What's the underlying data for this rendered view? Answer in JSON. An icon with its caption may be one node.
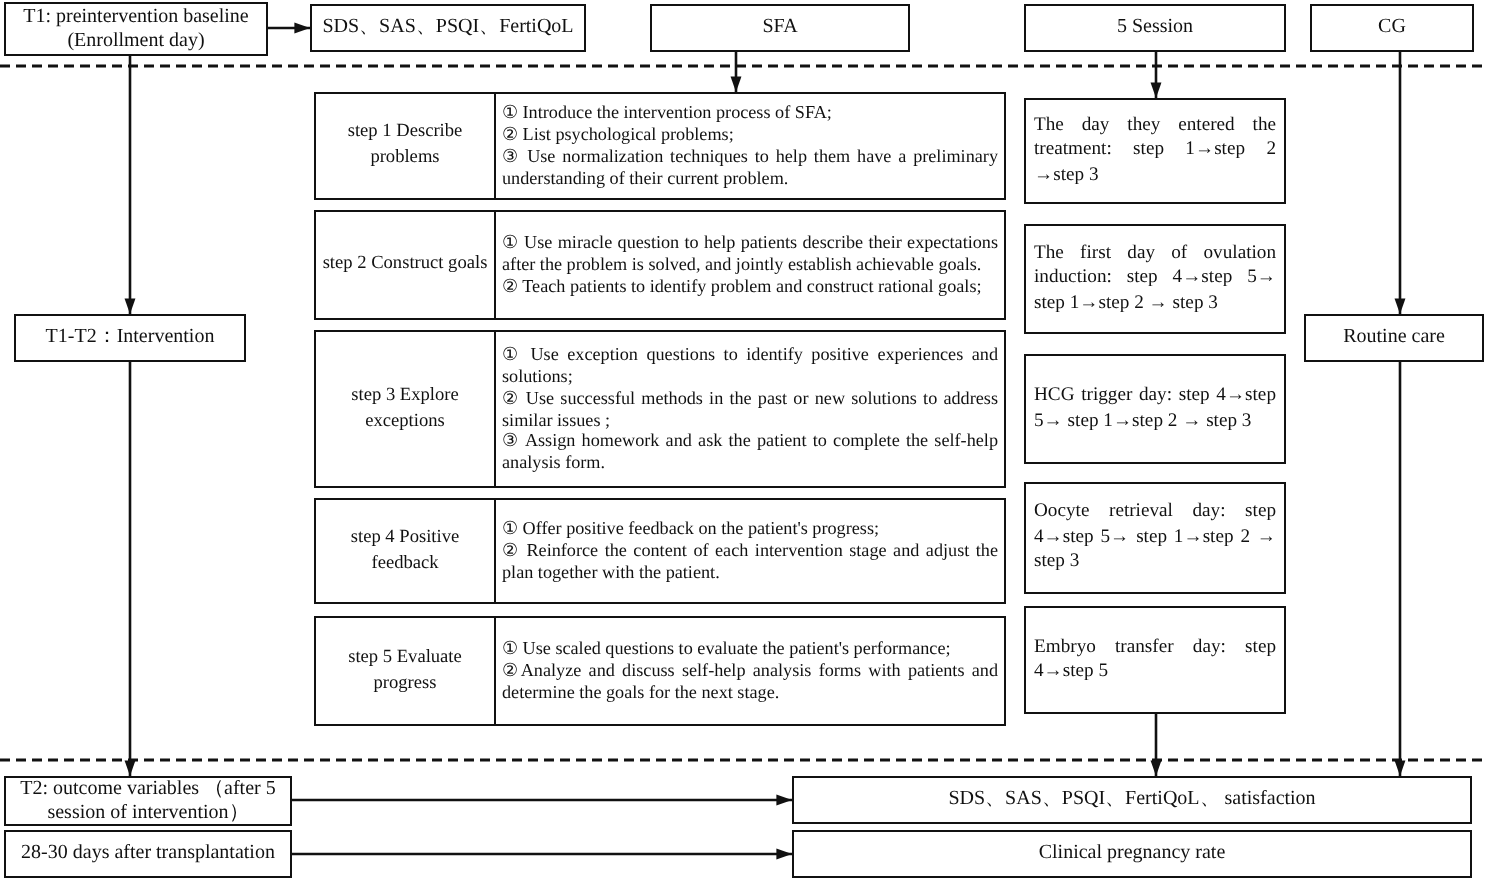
{
  "diagram": {
    "nodes": [
      {
        "text": [
          "T1: preintervention baseline (Enrollment day)"
        ]
      },
      {
        "text": [
          "SDS、SAS、PSQI、FertiQoL"
        ]
      },
      {
        "text": [
          "SFA"
        ]
      },
      {
        "text": [
          "5 Session"
        ]
      },
      {
        "text": [
          "CG"
        ]
      },
      {
        "text": [
          "step 1 Describe problems",
          "① Introduce the intervention process of SFA;",
          "② List psychological problems;",
          "③ Use normalization techniques to help them have a preliminary understanding of their current problem."
        ]
      },
      {
        "text": [
          "The day they entered the treatment: step 1→step 2 →step 3"
        ]
      },
      {
        "text": [
          "step 2 Construct goals",
          "① Use miracle question to help patients describe their expectations after the problem is solved, and jointly establish achievable goals.",
          "② Teach patients to identify problem and construct rational goals;"
        ]
      },
      {
        "text": [
          "The first day of ovulation induction: step 4→step 5→ step 1→step 2 → step 3"
        ]
      },
      {
        "text": [
          "T1-T2：Intervention"
        ]
      },
      {
        "text": [
          "Routine care"
        ]
      },
      {
        "text": [
          "step 3 Explore exceptions",
          "① Use exception questions to identify positive experiences and solutions;",
          "② Use successful methods in the past or new solutions to address similar issues ;",
          "③ Assign homework and ask the patient to complete the self-help analysis form."
        ]
      },
      {
        "text": [
          "HCG trigger day: step 4→step 5→ step 1→step 2 → step 3"
        ]
      },
      {
        "text": [
          "step 4 Positive feedback",
          "① Offer positive feedback on the patient's progress;",
          "② Reinforce the content of each intervention stage and adjust the plan together with the patient."
        ]
      },
      {
        "text": [
          "Oocyte retrieval day: step 4→step 5→ step 1→step 2 → step 3"
        ]
      },
      {
        "text": [
          "step 5 Evaluate progress",
          "① Use scaled questions to evaluate the patient's performance;",
          "②Analyze and discuss self-help analysis forms with patients and determine the goals for the next stage."
        ]
      },
      {
        "text": [
          "Embryo transfer day: step 4→step 5"
        ]
      },
      {
        "text": [
          "T2: outcome variables （after 5 session of intervention）"
        ]
      },
      {
        "text": [
          "SDS、SAS、PSQI、FertiQoL、 satisfaction"
        ]
      },
      {
        "text": [
          "28-30 days after transplantation"
        ]
      },
      {
        "text": [
          "Clinical pregnancy rate"
        ]
      }
    ],
    "edges": [
      {
        "from": 0,
        "to": 1,
        "arrow": "to"
      },
      {
        "from": 2,
        "to": 5,
        "arrow": "to"
      },
      {
        "from": 3,
        "to": 6,
        "arrow": "to"
      },
      {
        "from": 0,
        "to": 9,
        "arrow": "to"
      },
      {
        "from": 4,
        "to": 10,
        "arrow": "to"
      },
      {
        "from": 9,
        "to": 17,
        "arrow": "to"
      },
      {
        "from": 16,
        "to": 18,
        "arrow": "to"
      },
      {
        "from": 10,
        "to": 18,
        "arrow": "to"
      },
      {
        "from": 17,
        "to": 18,
        "arrow": "to"
      },
      {
        "from": 19,
        "to": 20,
        "arrow": "to"
      }
    ]
  }
}
